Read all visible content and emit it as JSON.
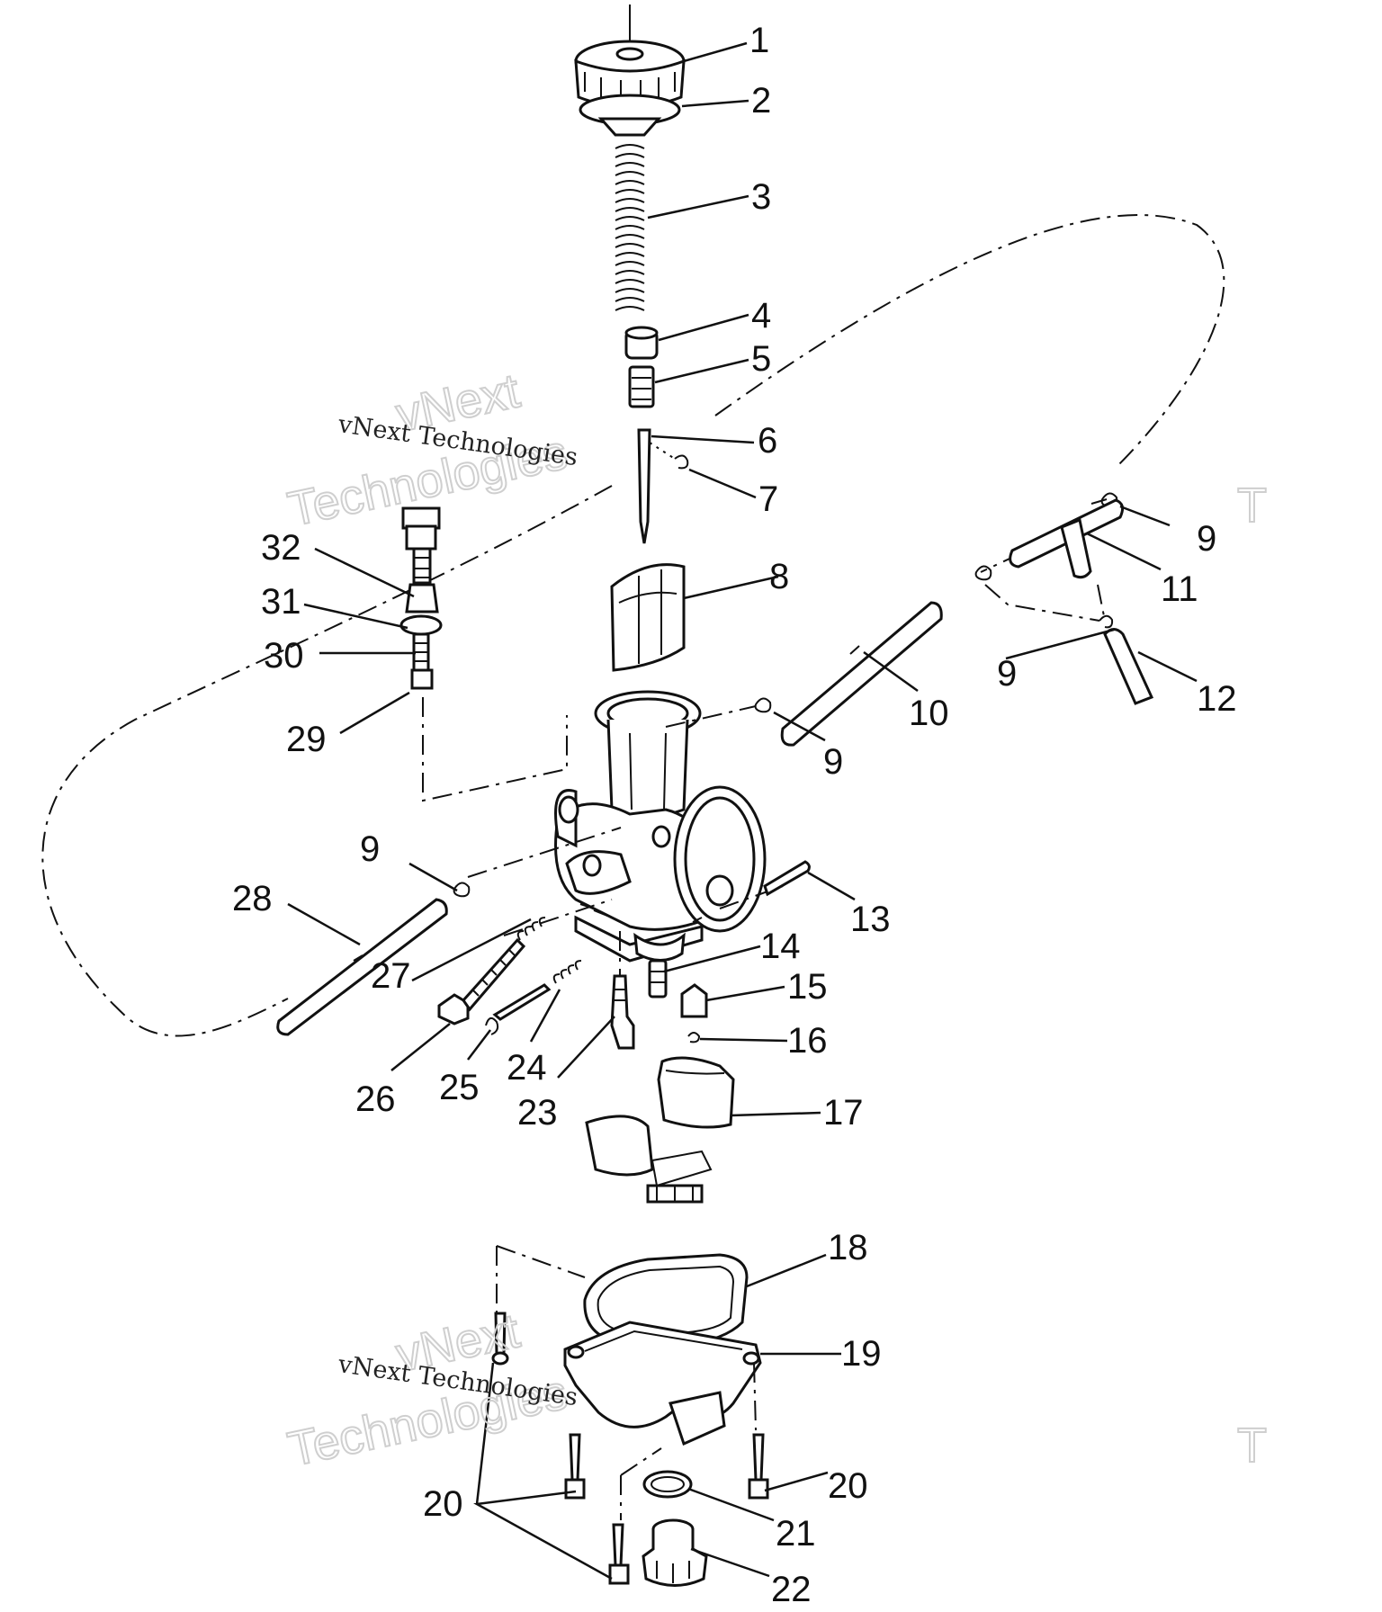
{
  "callouts": [
    {
      "id": "c1",
      "text": "1"
    },
    {
      "id": "c2",
      "text": "2"
    },
    {
      "id": "c3",
      "text": "3"
    },
    {
      "id": "c4",
      "text": "4"
    },
    {
      "id": "c5",
      "text": "5"
    },
    {
      "id": "c6",
      "text": "6"
    },
    {
      "id": "c7",
      "text": "7"
    },
    {
      "id": "c8",
      "text": "8"
    },
    {
      "id": "c9a",
      "text": "9"
    },
    {
      "id": "c9b",
      "text": "9"
    },
    {
      "id": "c9c",
      "text": "9"
    },
    {
      "id": "c9d",
      "text": "9"
    },
    {
      "id": "c10",
      "text": "10"
    },
    {
      "id": "c11",
      "text": "11"
    },
    {
      "id": "c12",
      "text": "12"
    },
    {
      "id": "c13",
      "text": "13"
    },
    {
      "id": "c14",
      "text": "14"
    },
    {
      "id": "c15",
      "text": "15"
    },
    {
      "id": "c16",
      "text": "16"
    },
    {
      "id": "c17",
      "text": "17"
    },
    {
      "id": "c18",
      "text": "18"
    },
    {
      "id": "c19",
      "text": "19"
    },
    {
      "id": "c20a",
      "text": "20"
    },
    {
      "id": "c20b",
      "text": "20"
    },
    {
      "id": "c21",
      "text": "21"
    },
    {
      "id": "c22",
      "text": "22"
    },
    {
      "id": "c23",
      "text": "23"
    },
    {
      "id": "c24",
      "text": "24"
    },
    {
      "id": "c25",
      "text": "25"
    },
    {
      "id": "c26",
      "text": "26"
    },
    {
      "id": "c27",
      "text": "27"
    },
    {
      "id": "c28",
      "text": "28"
    },
    {
      "id": "c29",
      "text": "29"
    },
    {
      "id": "c30",
      "text": "30"
    },
    {
      "id": "c31",
      "text": "31"
    },
    {
      "id": "c32",
      "text": "32"
    }
  ],
  "watermark": {
    "line1": "vNext",
    "line2": "Technologies",
    "caption": "vNext Technologies",
    "edge_letter": "T"
  }
}
